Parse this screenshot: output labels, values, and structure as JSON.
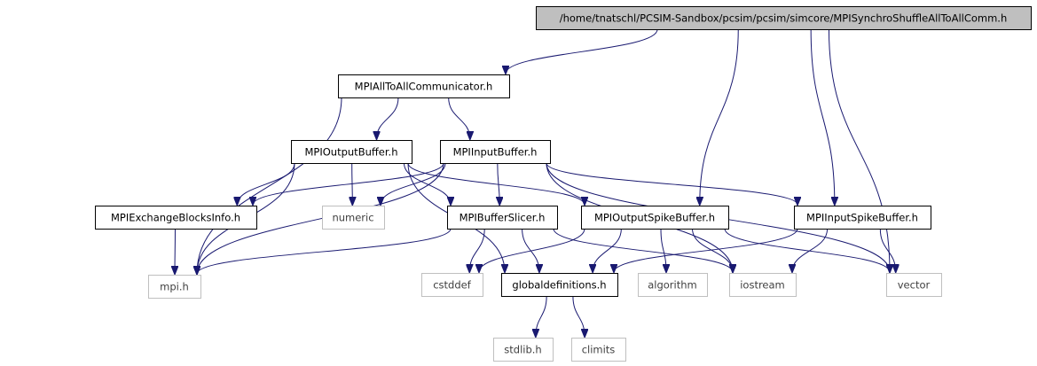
{
  "colors": {
    "edge": "#191970",
    "root_fill": "#bfbfbf",
    "node_fill": "#ffffff",
    "node_border": "#000000",
    "external_border": "#bfbfbf",
    "external_text": "#404040",
    "text": "#000000"
  },
  "nodes": [
    {
      "id": "root",
      "label": "/home/tnatschl/PCSIM-Sandbox/pcsim/pcsim/simcore/MPISynchroShuffleAllToAllComm.h",
      "kind": "root"
    },
    {
      "id": "alltoall",
      "label": "MPIAllToAllCommunicator.h",
      "kind": "local"
    },
    {
      "id": "outbuf",
      "label": "MPIOutputBuffer.h",
      "kind": "local"
    },
    {
      "id": "inbuf",
      "label": "MPIInputBuffer.h",
      "kind": "local"
    },
    {
      "id": "exch",
      "label": "MPIExchangeBlocksInfo.h",
      "kind": "local"
    },
    {
      "id": "numeric",
      "label": "numeric",
      "kind": "external"
    },
    {
      "id": "slicer",
      "label": "MPIBufferSlicer.h",
      "kind": "local"
    },
    {
      "id": "outspike",
      "label": "MPIOutputSpikeBuffer.h",
      "kind": "local"
    },
    {
      "id": "inspike",
      "label": "MPIInputSpikeBuffer.h",
      "kind": "local"
    },
    {
      "id": "mpi",
      "label": "mpi.h",
      "kind": "external"
    },
    {
      "id": "cstddef",
      "label": "cstddef",
      "kind": "external"
    },
    {
      "id": "globaldef",
      "label": "globaldefinitions.h",
      "kind": "local"
    },
    {
      "id": "algorithm",
      "label": "algorithm",
      "kind": "external"
    },
    {
      "id": "iostream",
      "label": "iostream",
      "kind": "external"
    },
    {
      "id": "vector",
      "label": "vector",
      "kind": "external"
    },
    {
      "id": "stdlib",
      "label": "stdlib.h",
      "kind": "external"
    },
    {
      "id": "climits",
      "label": "climits",
      "kind": "external"
    }
  ],
  "edges": [
    [
      "root",
      "alltoall"
    ],
    [
      "root",
      "outspike"
    ],
    [
      "root",
      "inspike"
    ],
    [
      "root",
      "vector"
    ],
    [
      "alltoall",
      "mpi"
    ],
    [
      "alltoall",
      "outbuf"
    ],
    [
      "alltoall",
      "inbuf"
    ],
    [
      "outbuf",
      "mpi"
    ],
    [
      "outbuf",
      "exch"
    ],
    [
      "outbuf",
      "numeric"
    ],
    [
      "outbuf",
      "slicer"
    ],
    [
      "outbuf",
      "outspike"
    ],
    [
      "outbuf",
      "globaldef"
    ],
    [
      "inbuf",
      "mpi"
    ],
    [
      "inbuf",
      "exch"
    ],
    [
      "inbuf",
      "numeric"
    ],
    [
      "inbuf",
      "slicer"
    ],
    [
      "inbuf",
      "inspike"
    ],
    [
      "inbuf",
      "iostream"
    ],
    [
      "inbuf",
      "vector"
    ],
    [
      "exch",
      "mpi"
    ],
    [
      "slicer",
      "mpi"
    ],
    [
      "slicer",
      "cstddef"
    ],
    [
      "slicer",
      "globaldef"
    ],
    [
      "slicer",
      "iostream"
    ],
    [
      "outspike",
      "cstddef"
    ],
    [
      "outspike",
      "globaldef"
    ],
    [
      "outspike",
      "algorithm"
    ],
    [
      "outspike",
      "iostream"
    ],
    [
      "outspike",
      "vector"
    ],
    [
      "inspike",
      "globaldef"
    ],
    [
      "inspike",
      "iostream"
    ],
    [
      "inspike",
      "vector"
    ],
    [
      "globaldef",
      "stdlib"
    ],
    [
      "globaldef",
      "climits"
    ]
  ]
}
